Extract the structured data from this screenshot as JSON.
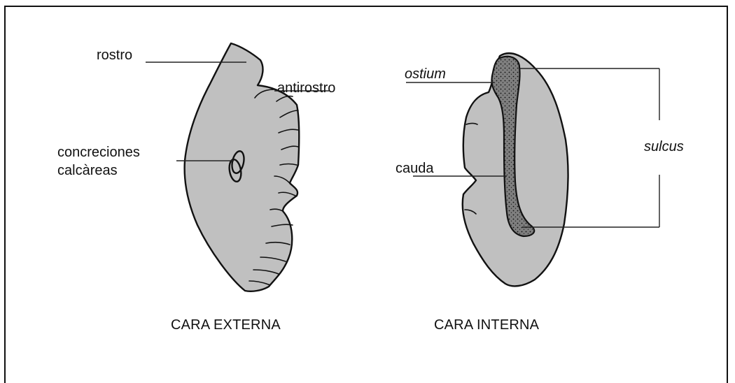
{
  "colors": {
    "fill": "#c0c0c0",
    "outline": "#111111",
    "sulcus": "#7f7f7f"
  },
  "labels": {
    "rostro": "rostro",
    "antirostro": "antirostro",
    "concreciones_1": "concreciones",
    "concreciones_2": "calcàreas",
    "ostium": "ostium",
    "cauda": "cauda",
    "sulcus": "sulcus"
  },
  "captions": {
    "external": "CARA EXTERNA",
    "internal": "CARA INTERNA"
  }
}
